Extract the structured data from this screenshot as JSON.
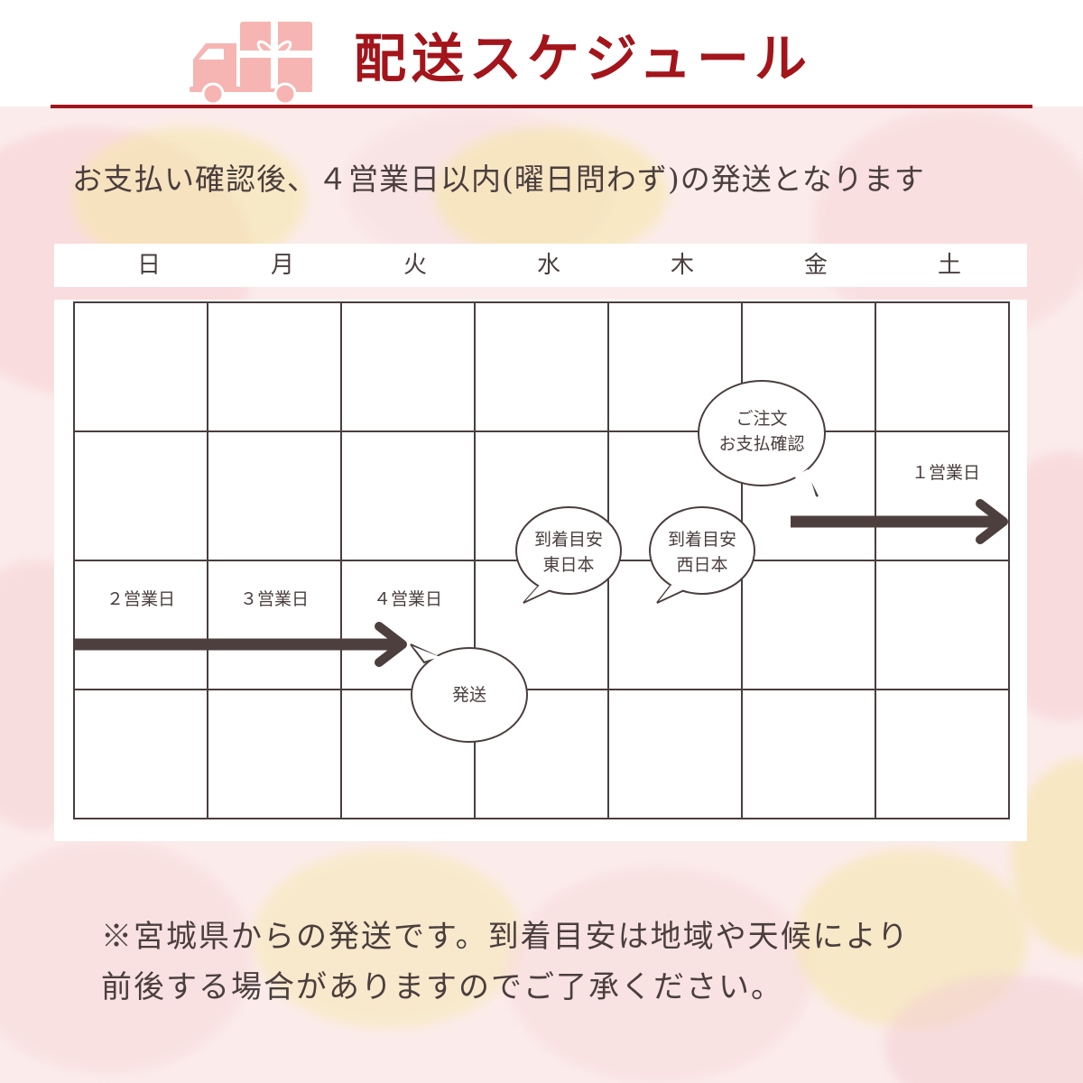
{
  "header": {
    "title": "配送スケジュール",
    "icon": "delivery-truck-icon",
    "accent_color": "#a3141b"
  },
  "subtitle": "お支払い確認後、４営業日以内(曜日問わず)の発送となります",
  "calendar": {
    "weekdays": [
      "日",
      "月",
      "火",
      "水",
      "木",
      "金",
      "土"
    ],
    "day_labels": {
      "sat_row2": "１営業日",
      "sun_row3": "２営業日",
      "mon_row3": "３営業日",
      "tue_row3": "４営業日"
    },
    "bubbles": {
      "order": [
        "ご注文",
        "お支払確認"
      ],
      "ship": [
        "発送"
      ],
      "east": [
        "到着目安",
        "東日本"
      ],
      "west": [
        "到着目安",
        "西日本"
      ]
    },
    "arrow_color": "#4e3f3f",
    "grid_color": "#4a3e3e"
  },
  "note": [
    "※宮城県からの発送です。到着目安は地域や天候により",
    "前後する場合がありますのでご了承ください。"
  ]
}
